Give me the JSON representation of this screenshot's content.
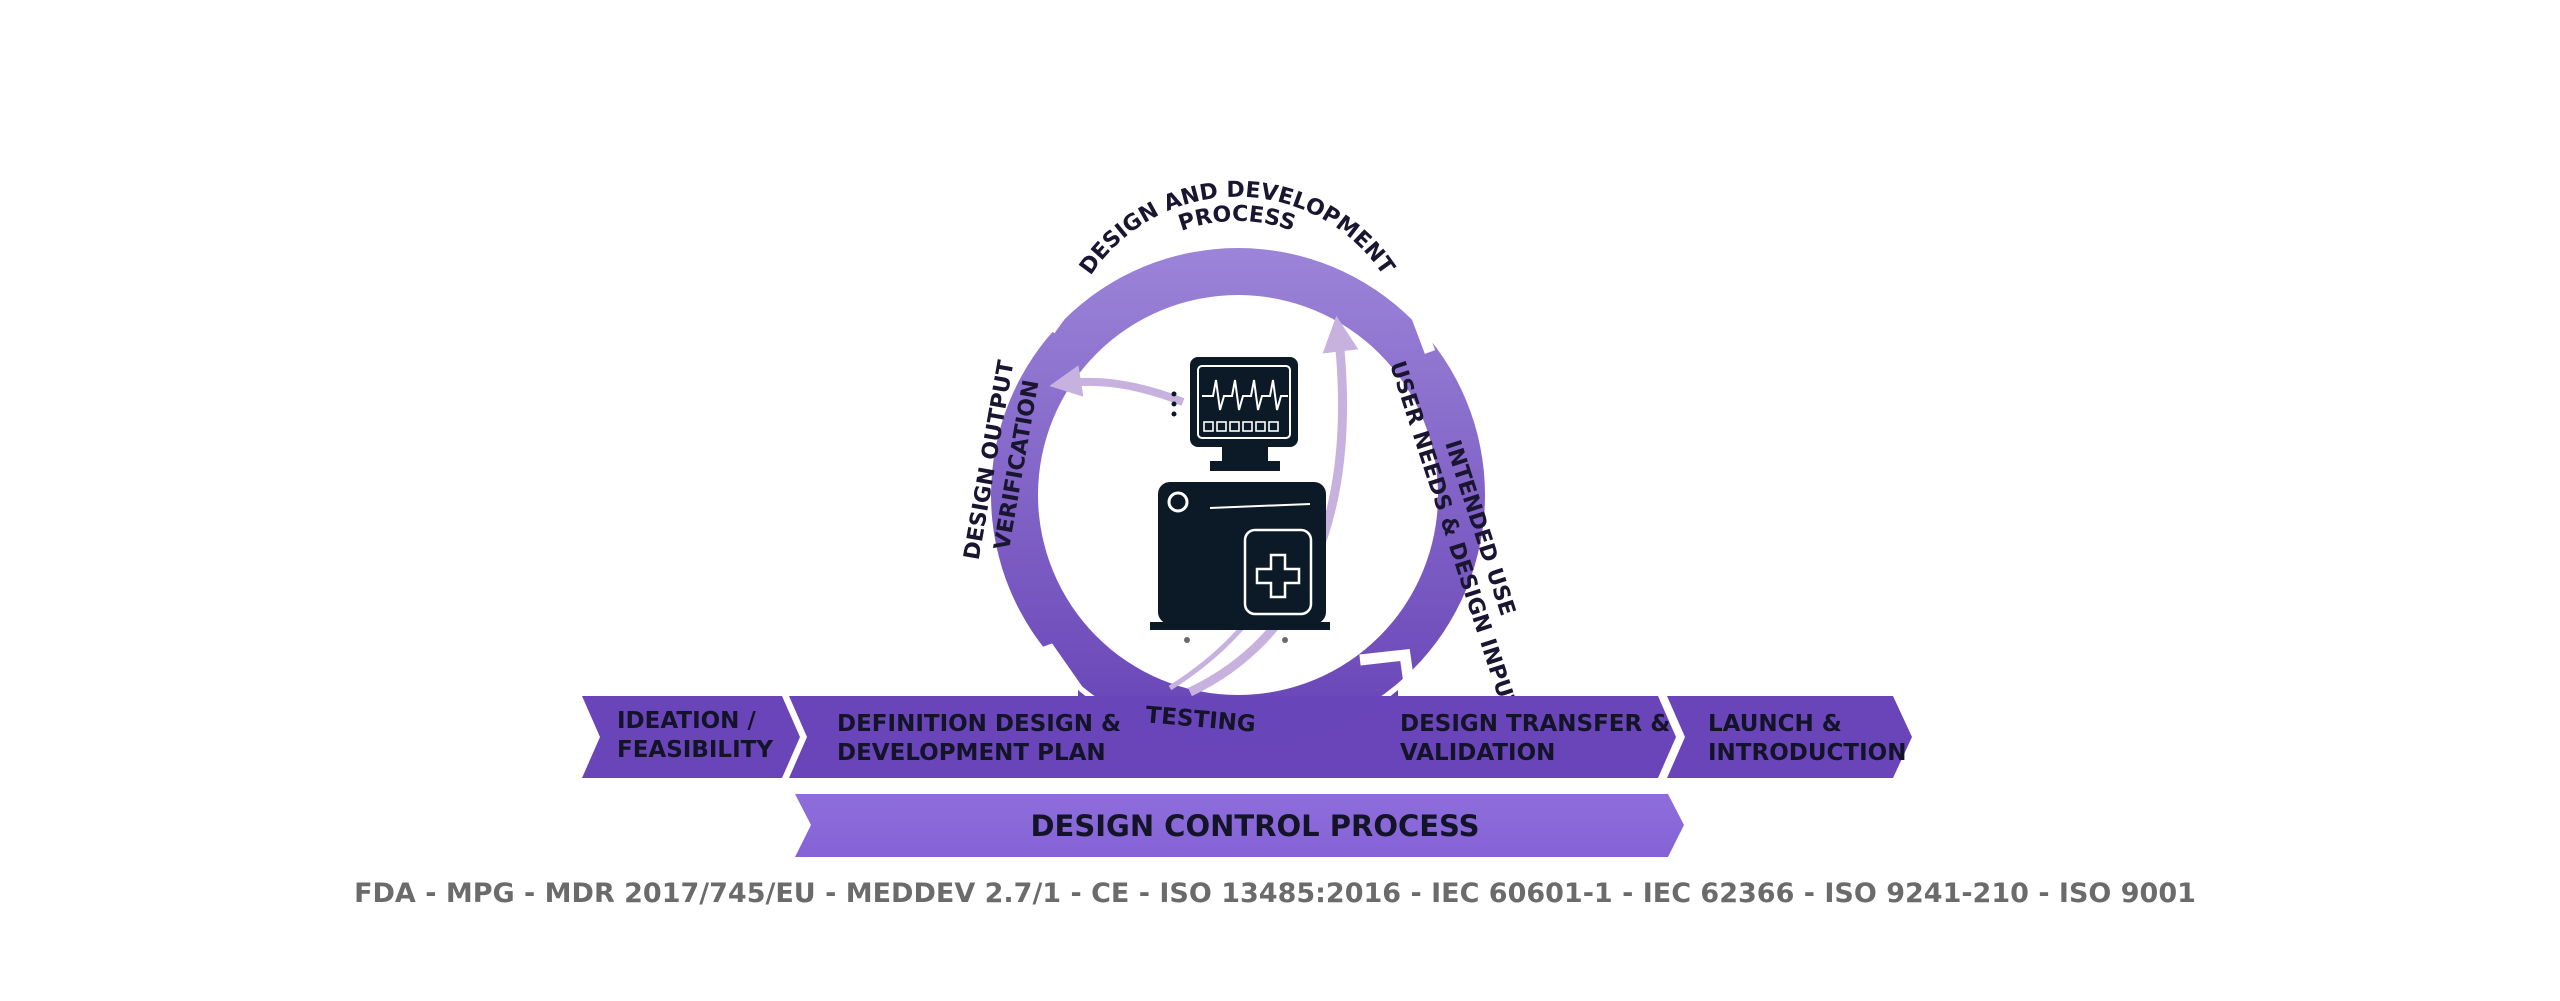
{
  "colors": {
    "ring_light": "#9a80d6",
    "ring_dark": "#6a46b8",
    "chevron": "#6a45ba",
    "band": "#8b6ad9",
    "arrow": "#c7b2df",
    "device": "#0b1a26",
    "text_dark": "#141428",
    "text_gray": "#6b6b6b"
  },
  "cycle": {
    "top": [
      "DESIGN AND DEVELOPMENT",
      "PROCESS"
    ],
    "right": [
      "INTENDED USE",
      "USER NEEDS & DESIGN INPUT"
    ],
    "left": [
      "DESIGN OUTPUT",
      "VERIFICATION"
    ],
    "bottom": "TESTING"
  },
  "center_icon": "medical-monitor-device-icon",
  "phases": [
    {
      "lines": [
        "IDEATION /",
        "FEASIBILITY"
      ]
    },
    {
      "lines": [
        "DEFINITION DESIGN &",
        "DEVELOPMENT PLAN"
      ]
    },
    {
      "lines": [
        "DESIGN TRANSFER &",
        "VALIDATION"
      ]
    },
    {
      "lines": [
        "LAUNCH &",
        "INTRODUCTION"
      ]
    }
  ],
  "band_label": "DESIGN CONTROL PROCESS",
  "standards": "FDA - MPG - MDR 2017/745/EU - MEDDEV 2.7/1 - CE - ISO 13485:2016 - IEC 60601-1 - IEC 62366 - ISO 9241-210 - ISO 9001"
}
